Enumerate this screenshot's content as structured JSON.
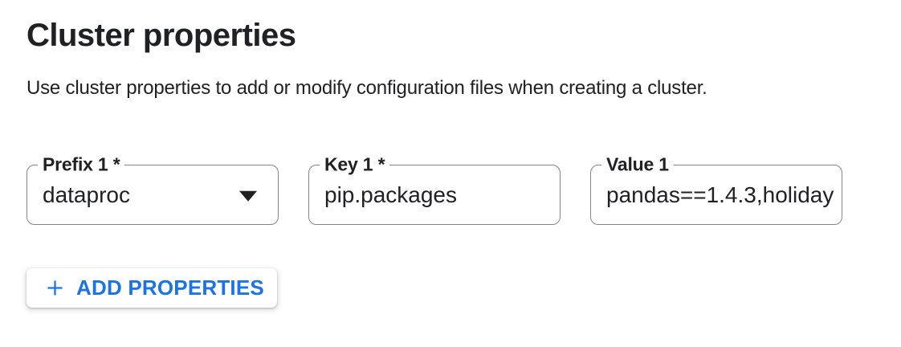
{
  "page": {
    "title": "Cluster properties",
    "description": "Use cluster properties to add or modify configuration files when creating a cluster."
  },
  "colors": {
    "accent_blue": "#1a73e8",
    "text_primary": "#202124",
    "field_border_gray": "#80868b"
  },
  "fields": [
    {
      "label": "Prefix 1 *",
      "value": "dataproc",
      "type": "select",
      "icon": "dropdown-arrow-icon"
    },
    {
      "label": "Key 1 *",
      "value": "pip.packages",
      "type": "text"
    },
    {
      "label": "Value 1",
      "value": "pandas==1.4.3,holiday",
      "type": "text"
    }
  ],
  "buttons": {
    "add_properties": {
      "label": "ADD PROPERTIES",
      "icon": "plus-icon"
    }
  }
}
